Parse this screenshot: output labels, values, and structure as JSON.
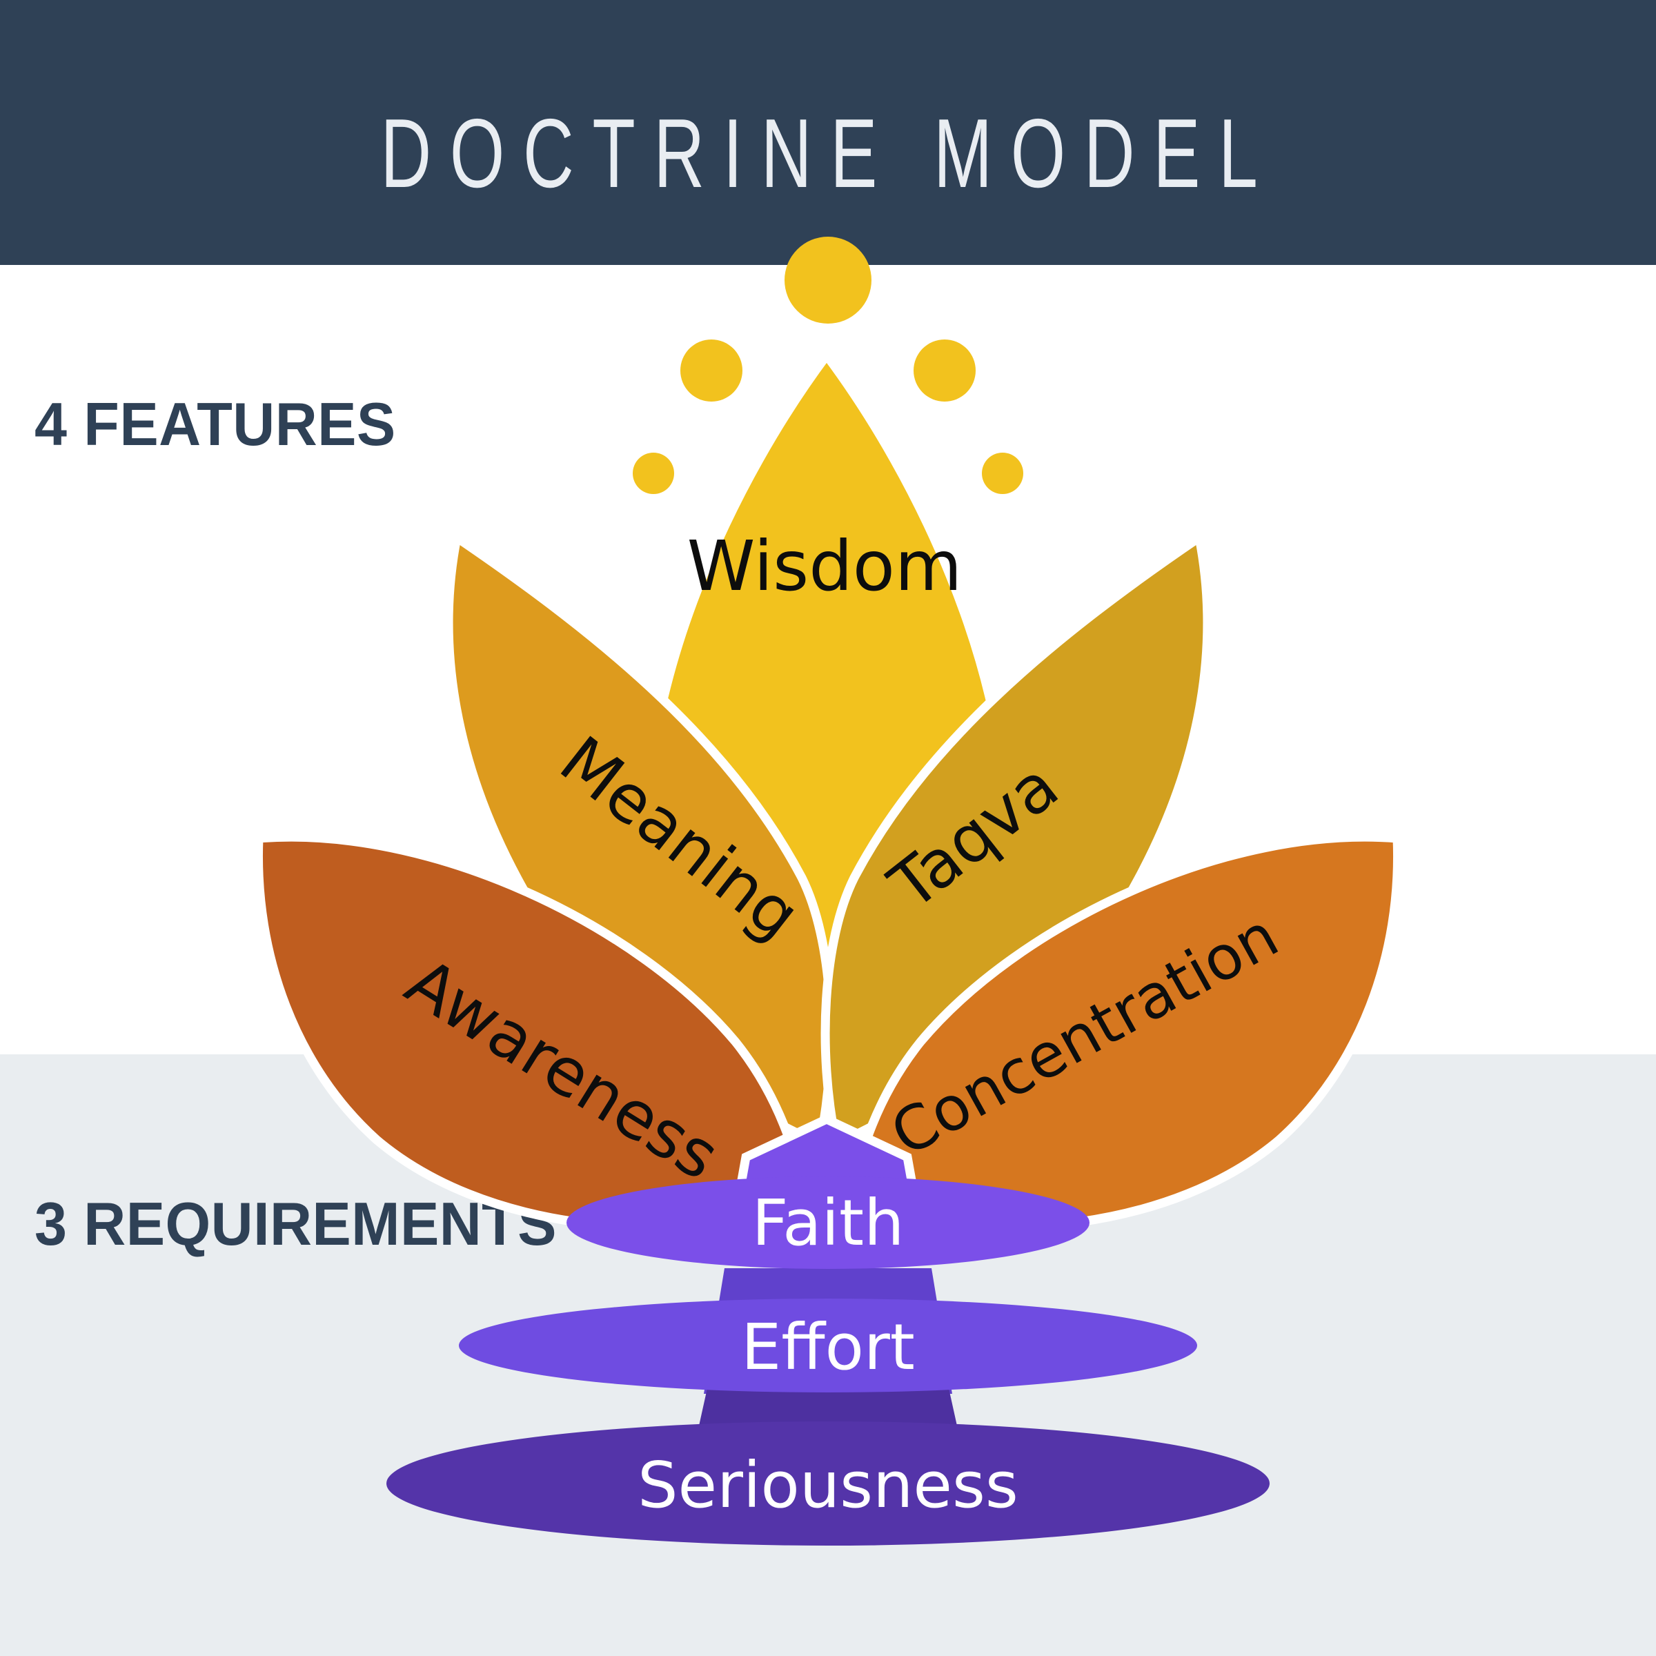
{
  "header": {
    "title": "DOCTRINE MODEL",
    "bg_color": "#2F4156",
    "text_color": "#E9EDF2"
  },
  "background": {
    "top_color": "#FFFFFF",
    "bottom_color": "#E9EDF0"
  },
  "side_labels": {
    "features": "4 FEATURES",
    "requirements": "3 REQUIREMENTS",
    "color": "#2F4156"
  },
  "flower": {
    "dot_color": "#F2C21E",
    "label_color": "#0D0D0D",
    "petals": {
      "wisdom": {
        "label": "Wisdom",
        "color": "#F2C21E"
      },
      "meaning": {
        "label": "Meaning",
        "color": "#DD9B1E"
      },
      "taqva": {
        "label": "Taqva",
        "color": "#D2A01F"
      },
      "awareness": {
        "label": "Awareness",
        "color": "#BF5D1F"
      },
      "concentration": {
        "label": "Concentration",
        "color": "#D6771F"
      }
    }
  },
  "requirements": {
    "label_color": "#FFFFFF",
    "faith": {
      "label": "Faith",
      "color": "#7B4FE9"
    },
    "effort": {
      "label": "Effort",
      "color": "#6F4CE1"
    },
    "seriousness": {
      "label": "Seriousness",
      "color": "#5434A9"
    },
    "stems": {
      "top_color": "#7B4FE9",
      "mid_color": "#6041CC",
      "lower_color": "#4D30A0"
    }
  }
}
